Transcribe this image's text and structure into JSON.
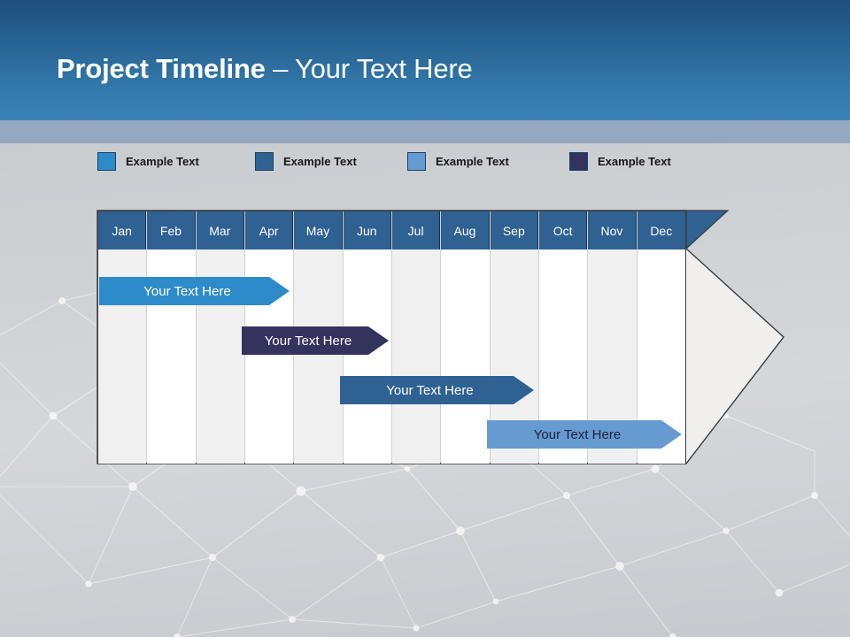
{
  "slide": {
    "title_bold": "Project Timeline",
    "title_rest": " – Your Text Here",
    "header_color": "#2f6193",
    "band_color": "#96a8c1",
    "background_color": "#c9cdd1"
  },
  "legend": {
    "items": [
      {
        "label": "Example Text",
        "color": "#2e8bc9",
        "x": 0
      },
      {
        "label": "Example Text",
        "color": "#2f6193",
        "x": 178
      },
      {
        "label": "Example Text",
        "color": "#669bd1",
        "x": 350
      },
      {
        "label": "Example Text",
        "color": "#33335e",
        "x": 533
      }
    ]
  },
  "chart_data": {
    "type": "bar",
    "title": "Project Timeline – Your Text Here",
    "xlabel": "",
    "ylabel": "",
    "categories": [
      "Jan",
      "Feb",
      "Mar",
      "Apr",
      "May",
      "Jun",
      "Jul",
      "Aug",
      "Sep",
      "Oct",
      "Nov",
      "Dec"
    ],
    "grid": true,
    "legend_position": "top",
    "series": [
      {
        "name": "Example Text",
        "label": "Your  Text Here",
        "color": "#2e8bc9",
        "text_color": "#ffffff",
        "start_month": "Jan",
        "end_month": "May",
        "start_index": 0,
        "end_index": 4,
        "row": 0
      },
      {
        "name": "Example Text",
        "label": "Your  Text Here",
        "color": "#33335e",
        "text_color": "#ffffff",
        "start_month": "Apr",
        "end_month": "Jul",
        "start_index": 3,
        "end_index": 6,
        "row": 1
      },
      {
        "name": "Example Text",
        "label": "Your  Text Here",
        "color": "#2f6193",
        "text_color": "#ffffff",
        "start_month": "Jun",
        "end_month": "Sep",
        "start_index": 5,
        "end_index": 8,
        "row": 2
      },
      {
        "name": "Example Text",
        "label": "Your  Text Here",
        "color": "#669bd1",
        "text_color": "#1b2340",
        "start_month": "Sep",
        "end_month": "Dec",
        "start_index": 8,
        "end_index": 11,
        "row": 3
      }
    ],
    "column_shading": [
      "shaded",
      "plain",
      "shaded",
      "plain",
      "shaded",
      "plain",
      "shaded",
      "plain",
      "shaded",
      "plain",
      "shaded",
      "plain"
    ],
    "header_fill": "#2f6193",
    "header_text_color": "#ffffff",
    "shade_color": "#f0f0f0",
    "plain_color": "#ffffff",
    "arrow_fill": "#f0efee",
    "arrow_stroke": "#3b3b3b"
  }
}
